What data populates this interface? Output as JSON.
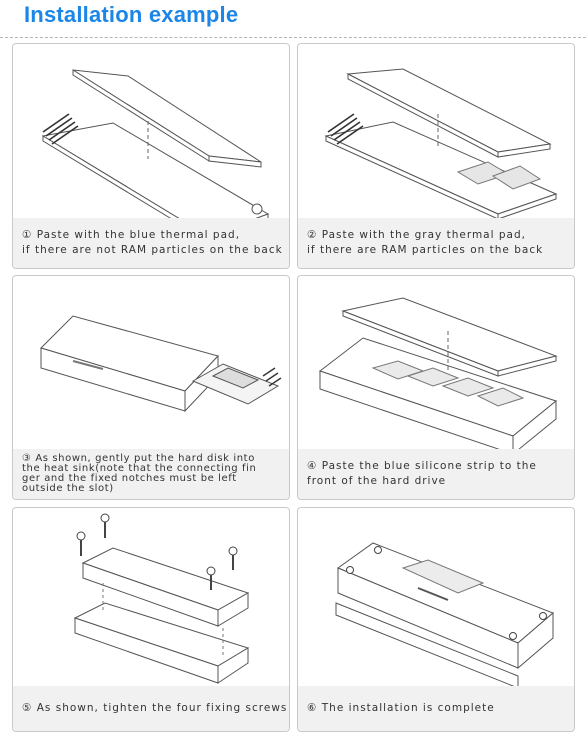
{
  "header": {
    "title": "Installation example"
  },
  "steps": [
    {
      "line1": "① Paste with the blue thermal pad,",
      "line2": " if there are not RAM particles on the back"
    },
    {
      "line1": "② Paste with the gray thermal pad,",
      "line2": " if there are RAM particles on the back"
    },
    {
      "line1": "③ As shown, gently put the hard disk into",
      "line2": " the heat sink(note that the connecting fin",
      "line3": "ger and the fixed notches must be left",
      "line4": "outside the slot)"
    },
    {
      "line1": "④ Paste the blue silicone strip to the",
      "line2": "front of the hard drive"
    },
    {
      "line1": "⑤ As shown, tighten the four fixing screws"
    },
    {
      "line1": "⑥ The installation is complete"
    }
  ]
}
